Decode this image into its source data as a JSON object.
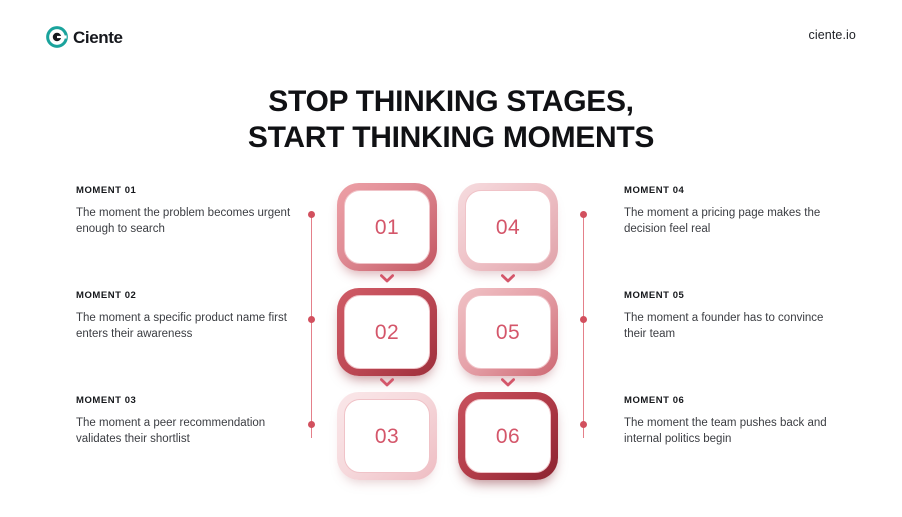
{
  "header": {
    "brand_name": "Ciente",
    "brand_icon": "ciente-logo-icon",
    "site_url": "ciente.io"
  },
  "title": {
    "line1": "STOP THINKING STAGES,",
    "line2": "START THINKING MOMENTS"
  },
  "colors": {
    "brand_teal": "#1aa39c",
    "brand_dark": "#16181d",
    "accent_red": "#d4566a",
    "accent_deep": "#9e2f3b",
    "accent_light": "#f6dadd",
    "connector_line": "#e4808a",
    "connector_dot": "#d2505e",
    "body_text": "#3b3d42"
  },
  "left_column": [
    {
      "kicker": "MOMENT 01",
      "text": "The moment the problem becomes urgent enough to search"
    },
    {
      "kicker": "MOMENT 02",
      "text": "The moment a specific product name first enters their awareness"
    },
    {
      "kicker": "MOMENT 03",
      "text": "The moment a peer recommendation validates their shortlist"
    }
  ],
  "right_column": [
    {
      "kicker": "MOMENT 04",
      "text": "The moment a pricing page makes the decision feel real"
    },
    {
      "kicker": "MOMENT 05",
      "text": "The moment a founder has to convince their team"
    },
    {
      "kicker": "MOMENT 06",
      "text": "The moment the team pushes back and internal politics begin"
    }
  ],
  "cards": [
    {
      "number": "01",
      "tone": "medium"
    },
    {
      "number": "02",
      "tone": "dark"
    },
    {
      "number": "03",
      "tone": "lightest"
    },
    {
      "number": "04",
      "tone": "light"
    },
    {
      "number": "05",
      "tone": "medium-light"
    },
    {
      "number": "06",
      "tone": "darkest"
    }
  ],
  "icons": {
    "chevron_down": "chevron-down-icon"
  }
}
